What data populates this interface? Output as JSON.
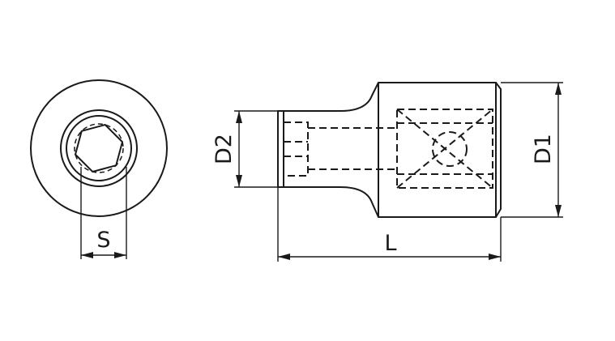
{
  "labels": {
    "s": "S",
    "d2": "D2",
    "l": "L",
    "d1": "D1"
  }
}
